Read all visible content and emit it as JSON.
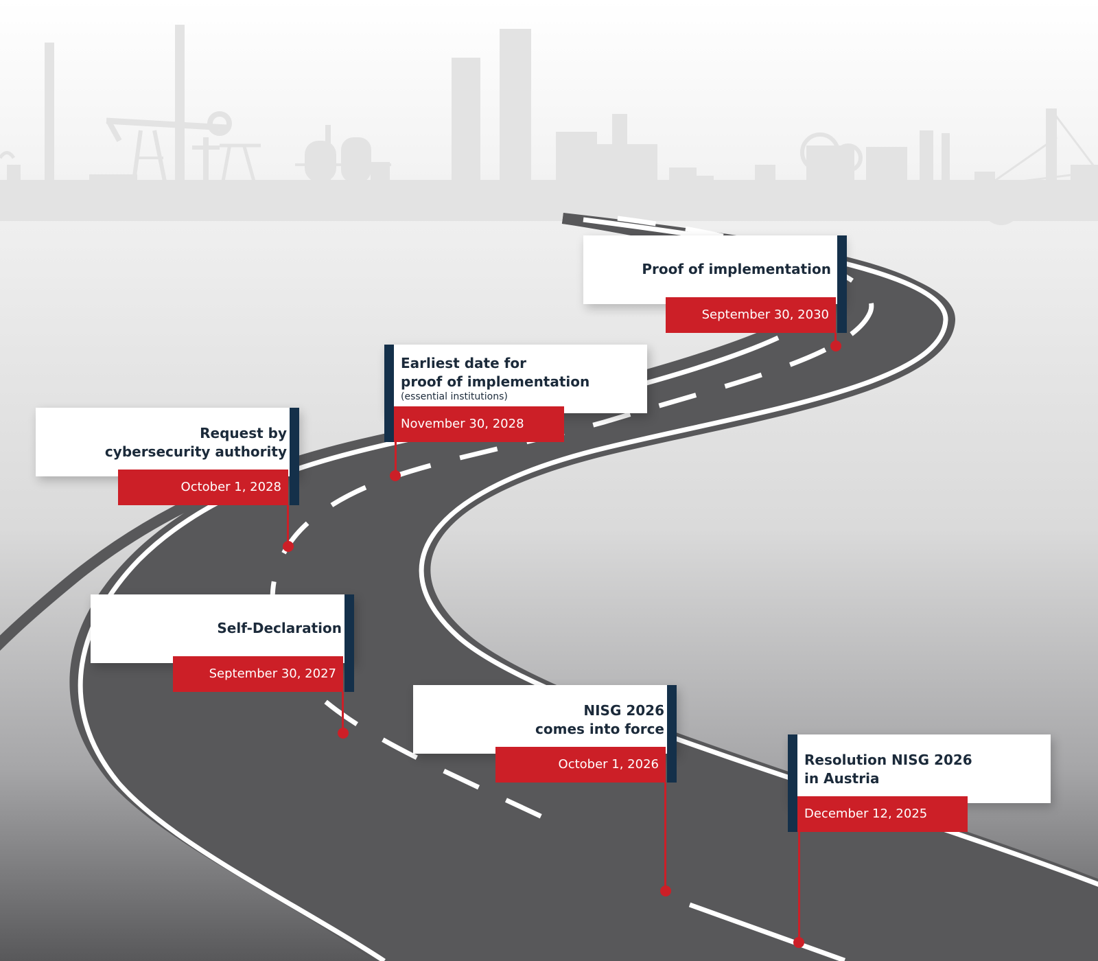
{
  "colors": {
    "background_top": "#ffffff",
    "background_bottom": "#59595b",
    "skyline": "#e3e3e3",
    "road": "#58585a",
    "road_markings": "#ffffff",
    "date_bar": "#cc1f27",
    "flag_pole": "#14304a",
    "title_text": "#1b2a3a"
  },
  "milestones": [
    {
      "title": "Resolution NISG 2026\nin Austria",
      "date": "December 12, 2025"
    },
    {
      "title": "NISG 2026\ncomes into force",
      "date": "October 1, 2026"
    },
    {
      "title": "Self-Declaration",
      "date": "September 30, 2027"
    },
    {
      "title": "Request by\ncybersecurity authority",
      "date": "October 1, 2028"
    },
    {
      "title": "Earliest date for\nproof of implementation",
      "subtitle": "(essential institutions)",
      "date": "November 30, 2028"
    },
    {
      "title": "Proof of implementation",
      "date": "September 30, 2030"
    }
  ]
}
